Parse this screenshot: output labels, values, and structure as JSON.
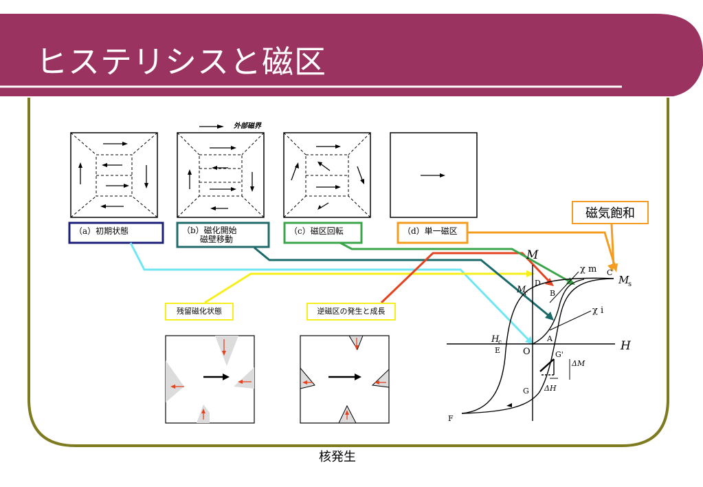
{
  "title": "ヒステリシスと磁区",
  "external_field_label": "外部磁界",
  "domain_states": [
    {
      "label": "（a）初期状態",
      "line2": ""
    },
    {
      "label": "（b）磁化開始",
      "line2": "磁壁移動"
    },
    {
      "label": "（c）磁区回転",
      "line2": ""
    },
    {
      "label": "（d）単一磁区",
      "line2": ""
    }
  ],
  "saturation_label": "磁気飽和",
  "remanence_label": "残留磁化状態",
  "reverse_domain_label": "逆磁区の発生と成長",
  "nucleation_caption": "核発生",
  "curve_labels": {
    "M": "M",
    "H": "H",
    "Ms": "M",
    "Ms_sub": "s",
    "Mr": "M",
    "Mr_sub": "r",
    "Hc": "H",
    "Hc_sub": "c",
    "chi_m": "χ m",
    "chi_i": "χ i",
    "O": "O",
    "A": "A",
    "B": "B",
    "C": "C",
    "D": "D",
    "E": "E",
    "F": "F",
    "G": "G",
    "G_prime": "G'",
    "delta_M": "ΔM",
    "delta_H": "ΔH"
  },
  "colors": {
    "header": "#9b3361",
    "frame": "#7d7a1f",
    "navy_box": "#1c1f7a",
    "teal_box": "#1f6b6b",
    "green_box": "#3aa54a",
    "orange_box": "#f39c1f",
    "cyan_arrow": "#6fe6f2",
    "yellow_arrow": "#f7ef1b",
    "red_arrow": "#e5421f",
    "dark_teal_arrow": "#1b6a6a",
    "green_arrow": "#3aa54a",
    "orange_arrow": "#f39c1f"
  }
}
